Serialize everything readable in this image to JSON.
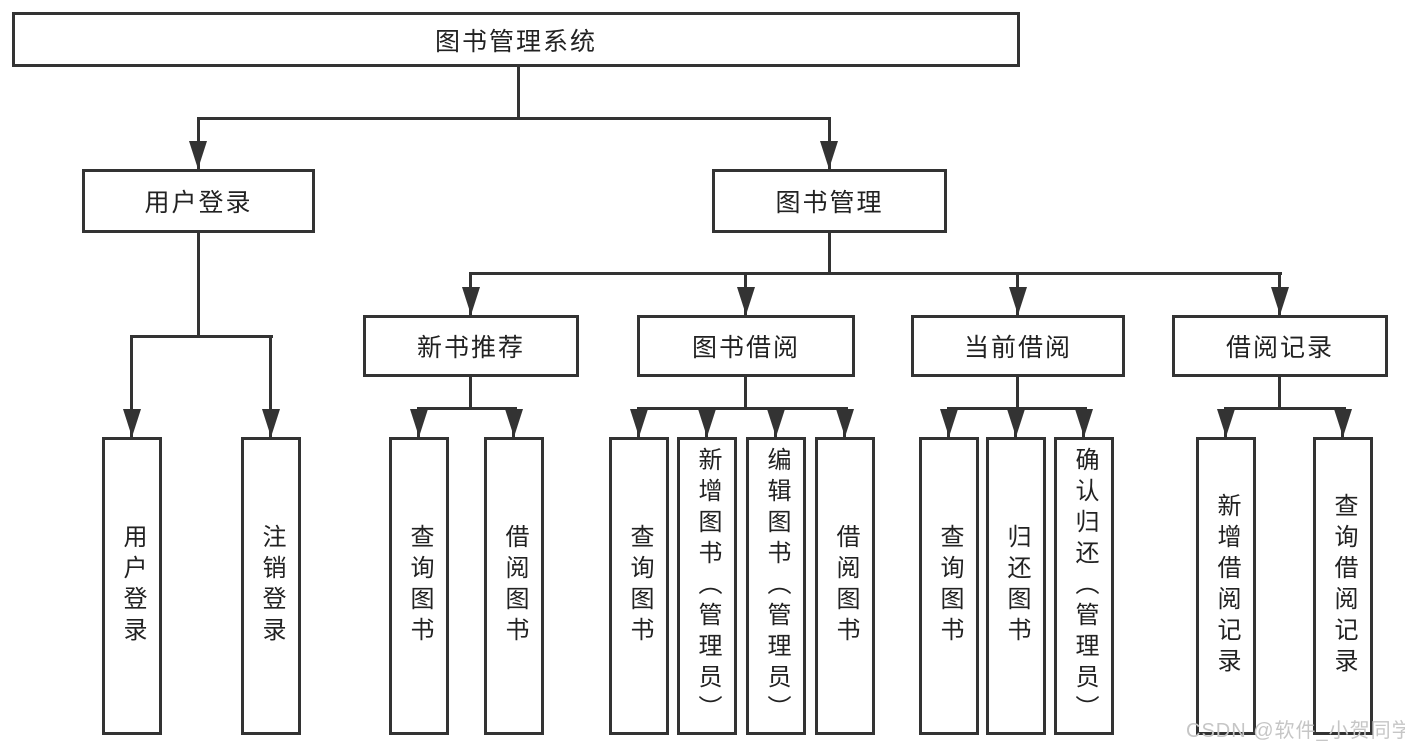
{
  "diagram_title": "图书管理系统",
  "nodes": {
    "root": {
      "label": "图书管理系统"
    },
    "user_login": {
      "label": "用户登录"
    },
    "book_mgmt": {
      "label": "图书管理"
    },
    "new_book_rec": {
      "label": "新书推荐"
    },
    "book_borrow": {
      "label": "图书借阅"
    },
    "current_borrow": {
      "label": "当前借阅"
    },
    "borrow_record": {
      "label": "借阅记录"
    },
    "leaf_user_login": {
      "label": "用户登录"
    },
    "leaf_logout": {
      "label": "注销登录"
    },
    "leaf_nb_query": {
      "label": "查询图书"
    },
    "leaf_nb_borrow": {
      "label": "借阅图书"
    },
    "leaf_bb_query": {
      "label": "查询图书"
    },
    "leaf_bb_add": {
      "label": "新增图书（管理员）"
    },
    "leaf_bb_edit": {
      "label": "编辑图书（管理员）"
    },
    "leaf_bb_borrow": {
      "label": "借阅图书"
    },
    "leaf_cb_query": {
      "label": "查询图书"
    },
    "leaf_cb_return": {
      "label": "归还图书"
    },
    "leaf_cb_confirm": {
      "label": "确认归还（管理员）"
    },
    "leaf_br_add": {
      "label": "新增借阅记录"
    },
    "leaf_br_query": {
      "label": "查询借阅记录"
    }
  },
  "hierarchy": {
    "图书管理系统": {
      "用户登录": [
        "用户登录",
        "注销登录"
      ],
      "图书管理": {
        "新书推荐": [
          "查询图书",
          "借阅图书"
        ],
        "图书借阅": [
          "查询图书",
          "新增图书（管理员）",
          "编辑图书（管理员）",
          "借阅图书"
        ],
        "当前借阅": [
          "查询图书",
          "归还图书",
          "确认归还（管理员）"
        ],
        "借阅记录": [
          "新增借阅记录",
          "查询借阅记录"
        ]
      }
    }
  },
  "watermark": {
    "text": "CSDN @软件_小贺同学"
  },
  "colors": {
    "line": "#333333",
    "text": "#222222",
    "background": "#ffffff",
    "watermark": "#c6c6c6"
  }
}
